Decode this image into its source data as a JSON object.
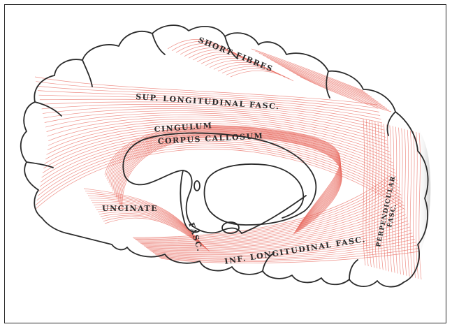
{
  "labels": {
    "short_fibres": "SHORT FIBRES",
    "sup_long": "SUP. LONGITUDINAL FASC.",
    "cingulum": "CINGULUM",
    "corpus_callosum": "CORPUS CALLOSUM",
    "uncinate": "UNCINATE",
    "fasc": "FASC.",
    "inf_long": "INF. LONGITUDINAL FASC.",
    "perpendicular": "PERPENDICULAR",
    "perp_fasc": "FASC."
  },
  "colors": {
    "fibre": "#e86b60",
    "outline": "#2b2b2b",
    "shade": "#dcdcdc"
  }
}
